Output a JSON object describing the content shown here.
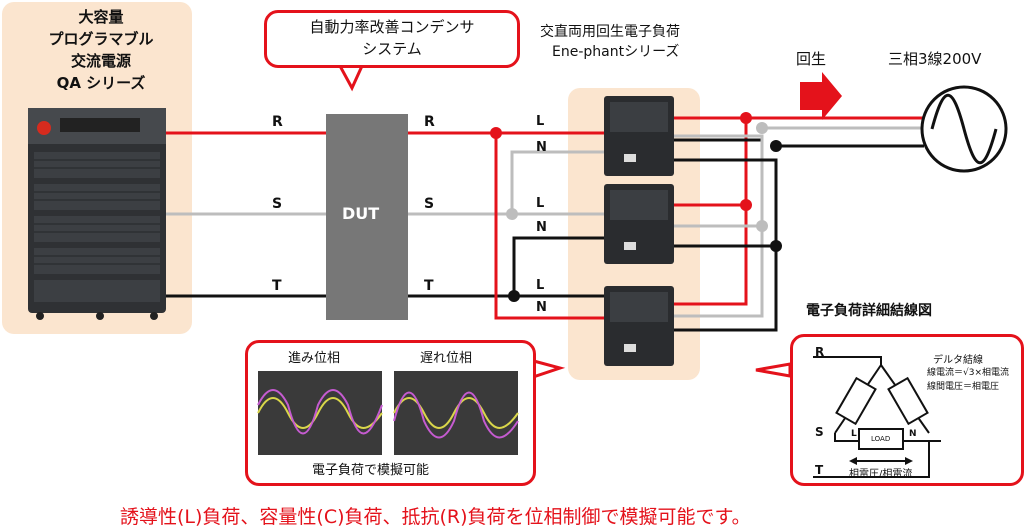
{
  "source": {
    "title": [
      "大容量",
      "プログラマブル",
      "交流電源",
      "QA シリーズ"
    ]
  },
  "condenser_callout": [
    "自動力率改善コンデンサ",
    "システム"
  ],
  "load_series": [
    "交直両用回生電子負荷",
    "Ene-phantシリーズ"
  ],
  "regen_label": "回生",
  "grid_label": "三相3線200V",
  "dut_label": "DUT",
  "phase_labels": {
    "r_in": "R",
    "s_in": "S",
    "t_in": "T",
    "r_out": "R",
    "s_out": "S",
    "t_out": "T"
  },
  "ln_labels": [
    "L",
    "N",
    "L",
    "N",
    "L",
    "N"
  ],
  "waveform_callout": {
    "lead": "進み位相",
    "lag": "遅れ位相",
    "caption": "電子負荷で模擬可能"
  },
  "detail": {
    "title": "電子負荷詳細結線図",
    "r": "R",
    "s": "S",
    "t": "T",
    "notes": [
      "デルタ結線",
      "線電流＝√3×相電流",
      "線間電圧＝相電圧"
    ],
    "load": "LOAD",
    "l": "L",
    "n": "N",
    "bottom": "相電圧/相電流"
  },
  "footer": "誘導性(L)負荷、容量性(C)負荷、抵抗(R)負荷を位相制御で模擬可能です。",
  "colors": {
    "red": "#e4121b",
    "gray": "#bdbdbd",
    "black": "#111111",
    "peach": "#fbe5cf",
    "scope": "#3a3a3a"
  }
}
